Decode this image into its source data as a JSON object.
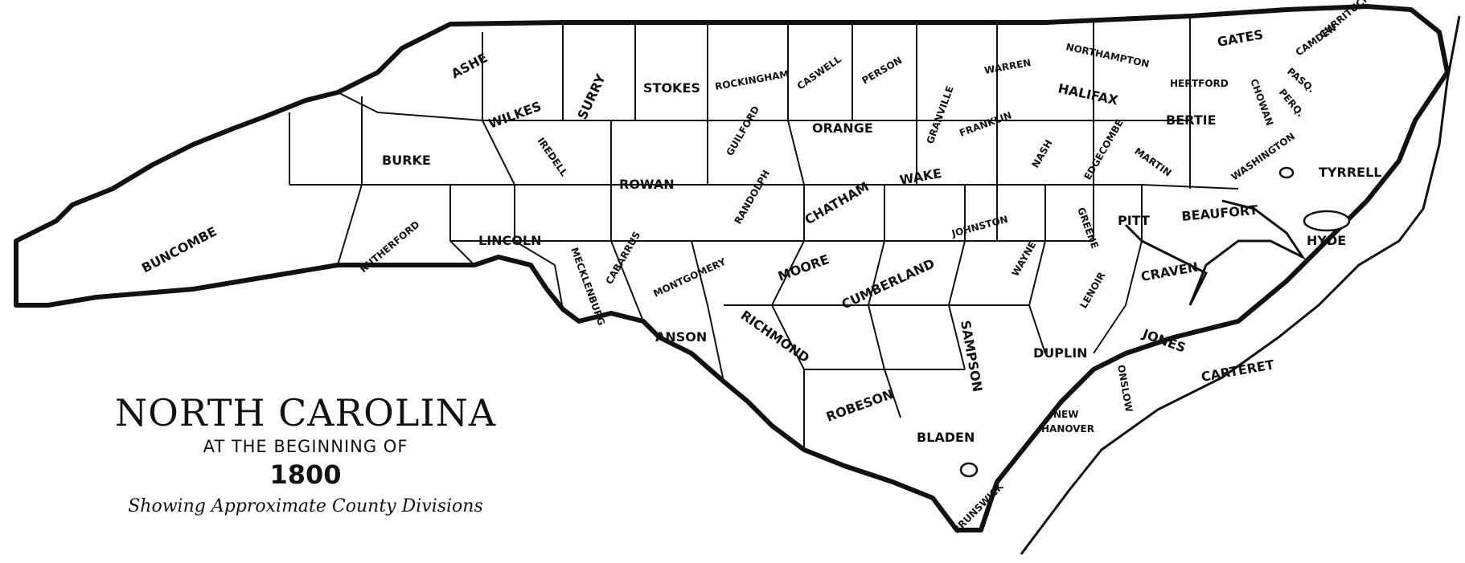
{
  "map": {
    "title": "NORTH CAROLINA",
    "subtitle": "AT THE BEGINNING OF",
    "year": "1800",
    "note": "Showing Approximate County Divisions"
  },
  "counties": [
    {
      "id": "ashe",
      "name": "ASHE"
    },
    {
      "id": "wilkes",
      "name": "WILKES"
    },
    {
      "id": "surry",
      "name": "SURRY"
    },
    {
      "id": "stokes",
      "name": "STOKES"
    },
    {
      "id": "rockingham",
      "name": "ROCKINGHAM"
    },
    {
      "id": "caswell",
      "name": "CASWELL"
    },
    {
      "id": "person",
      "name": "PERSON"
    },
    {
      "id": "granville",
      "name": "GRANVILLE"
    },
    {
      "id": "warren",
      "name": "WARREN"
    },
    {
      "id": "northampton",
      "name": "NORTHAMPTON"
    },
    {
      "id": "gates",
      "name": "GATES"
    },
    {
      "id": "currituck",
      "name": "CURRITUCK"
    },
    {
      "id": "camden",
      "name": "CAMDEN"
    },
    {
      "id": "pasq",
      "name": "PASQ."
    },
    {
      "id": "perq",
      "name": "PERQ."
    },
    {
      "id": "chowan",
      "name": "CHOWAN"
    },
    {
      "id": "hertford",
      "name": "HERTFORD"
    },
    {
      "id": "halifax",
      "name": "HALIFAX"
    },
    {
      "id": "bertie",
      "name": "BERTIE"
    },
    {
      "id": "burke",
      "name": "BURKE"
    },
    {
      "id": "iredell",
      "name": "IREDELL"
    },
    {
      "id": "rowan",
      "name": "ROWAN"
    },
    {
      "id": "guilford",
      "name": "GUILFORD"
    },
    {
      "id": "orange",
      "name": "ORANGE"
    },
    {
      "id": "franklin",
      "name": "FRANKLIN"
    },
    {
      "id": "nash",
      "name": "NASH"
    },
    {
      "id": "edgecombe",
      "name": "EDGECOMBE"
    },
    {
      "id": "martin",
      "name": "MARTIN"
    },
    {
      "id": "washington",
      "name": "WASHINGTON"
    },
    {
      "id": "tyrrell",
      "name": "TYRRELL"
    },
    {
      "id": "buncombe",
      "name": "BUNCOMBE"
    },
    {
      "id": "rutherford",
      "name": "RUTHERFORD"
    },
    {
      "id": "lincoln",
      "name": "LINCOLN"
    },
    {
      "id": "randolph",
      "name": "RANDOLPH"
    },
    {
      "id": "chatham",
      "name": "CHATHAM"
    },
    {
      "id": "wake",
      "name": "WAKE"
    },
    {
      "id": "johnston",
      "name": "JOHNSTON"
    },
    {
      "id": "greene",
      "name": "GREENE"
    },
    {
      "id": "pitt",
      "name": "PITT"
    },
    {
      "id": "beaufort",
      "name": "BEAUFORT"
    },
    {
      "id": "hyde",
      "name": "HYDE"
    },
    {
      "id": "mecklenburg",
      "name": "MECKLENBURG"
    },
    {
      "id": "cabarrus",
      "name": "CABARRUS"
    },
    {
      "id": "montgomery",
      "name": "MONTGOMERY"
    },
    {
      "id": "moore",
      "name": "MOORE"
    },
    {
      "id": "cumberland",
      "name": "CUMBERLAND"
    },
    {
      "id": "wayne",
      "name": "WAYNE"
    },
    {
      "id": "lenoir",
      "name": "LENOIR"
    },
    {
      "id": "craven",
      "name": "CRAVEN"
    },
    {
      "id": "anson",
      "name": "ANSON"
    },
    {
      "id": "richmond",
      "name": "RICHMOND"
    },
    {
      "id": "sampson",
      "name": "SAMPSON"
    },
    {
      "id": "duplin",
      "name": "DUPLIN"
    },
    {
      "id": "jones",
      "name": "JONES"
    },
    {
      "id": "carteret",
      "name": "CARTERET"
    },
    {
      "id": "onslow",
      "name": "ONSLOW"
    },
    {
      "id": "robeson",
      "name": "ROBESON"
    },
    {
      "id": "new-hanover-1",
      "name": "NEW"
    },
    {
      "id": "new-hanover-2",
      "name": "HANOVER"
    },
    {
      "id": "bladen",
      "name": "BLADEN"
    },
    {
      "id": "brunswick",
      "name": "BRUNSWICK"
    }
  ]
}
